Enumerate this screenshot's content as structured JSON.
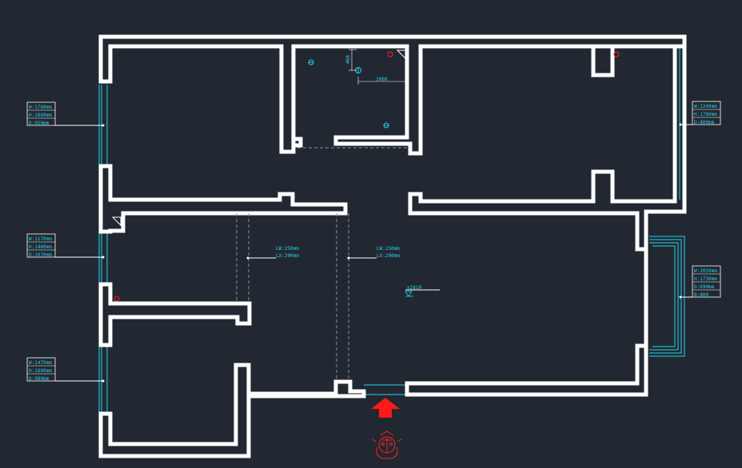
{
  "colors": {
    "background": "#222831",
    "wall": "#ffffff",
    "annotation": "#22d3ee",
    "accent": "#ff2020"
  },
  "windows": [
    {
      "w": "W:1760mm",
      "h": "H:1660mm",
      "d": "D:950mm"
    },
    {
      "w": "W:1170mm",
      "h": "H:1480mm",
      "d": "D:1070mm"
    },
    {
      "w": "W:1470mm",
      "h": "H:1660mm",
      "d": "D:980mm"
    },
    {
      "w": "W:3240mm",
      "h": "H:1780mm",
      "d": "D:800mm"
    },
    {
      "w": "W:2050mm",
      "h": "H:1730mm",
      "d": "D:690mm",
      "e": "B:800"
    }
  ],
  "beams": [
    {
      "lw": "LW:250mm",
      "lx": "LX:200mm"
    },
    {
      "lw": "LW:250mm",
      "lx": "LX:200mm"
    }
  ],
  "dimensions": {
    "vertical": "460",
    "horizontal": "1060"
  },
  "level": "±2810",
  "icons": [
    "entrance-arrow-icon",
    "compass-icon",
    "fixture-icon",
    "pipe-marker-icon"
  ]
}
